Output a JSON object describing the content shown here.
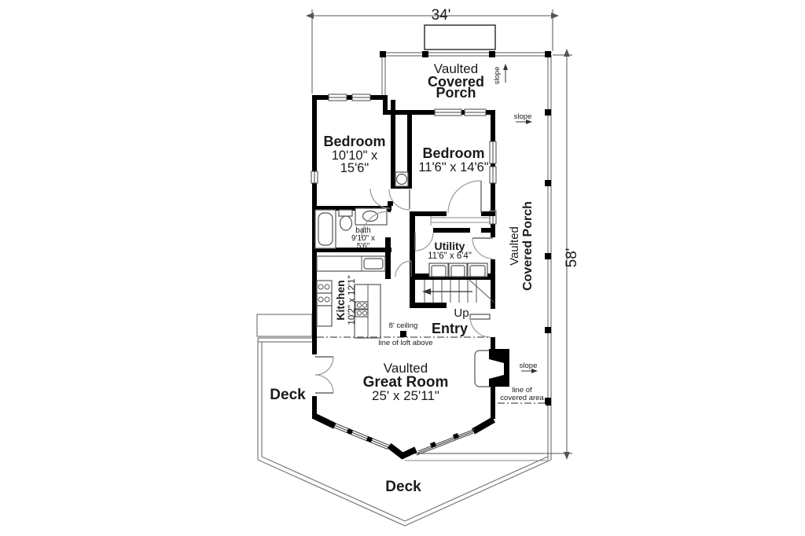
{
  "title": "House floor plan",
  "colors": {
    "background": "#ffffff",
    "walls": "#000000",
    "thin_lines": "#777777",
    "text": "#1a1a1a"
  },
  "dimensions": {
    "overall_width": "34'",
    "overall_height": "58'"
  },
  "rooms": {
    "porch_top": {
      "word1": "Vaulted",
      "word2": "Covered",
      "word3": "Porch"
    },
    "porch_side": {
      "word1": "Vaulted",
      "word2": "Covered Porch"
    },
    "bedroom_left": {
      "name": "Bedroom",
      "size1": "10'10\" x",
      "size2": "15'6\""
    },
    "bedroom_right": {
      "name": "Bedroom",
      "size": "11'6\" x 14'6\""
    },
    "bath": {
      "name": "bath",
      "size1": "9'10\" x",
      "size2": "5'6\""
    },
    "utility": {
      "name": "Utility",
      "size": "11'6\" x 6'4\""
    },
    "kitchen": {
      "name": "Kitchen",
      "size": "10'2\" x 12'1\""
    },
    "entry": {
      "name": "Entry"
    },
    "great_room": {
      "word1": "Vaulted",
      "word2": "Great Room",
      "size": "25' x 25'11\""
    },
    "deck_left": {
      "name": "Deck"
    },
    "deck_bottom": {
      "name": "Deck"
    }
  },
  "annotations": {
    "up": "Up",
    "slope": "slope",
    "ceiling_height": "8' ceiling",
    "loft_line": "line of loft above",
    "covered_line1": "line of",
    "covered_line2": "covered area"
  }
}
